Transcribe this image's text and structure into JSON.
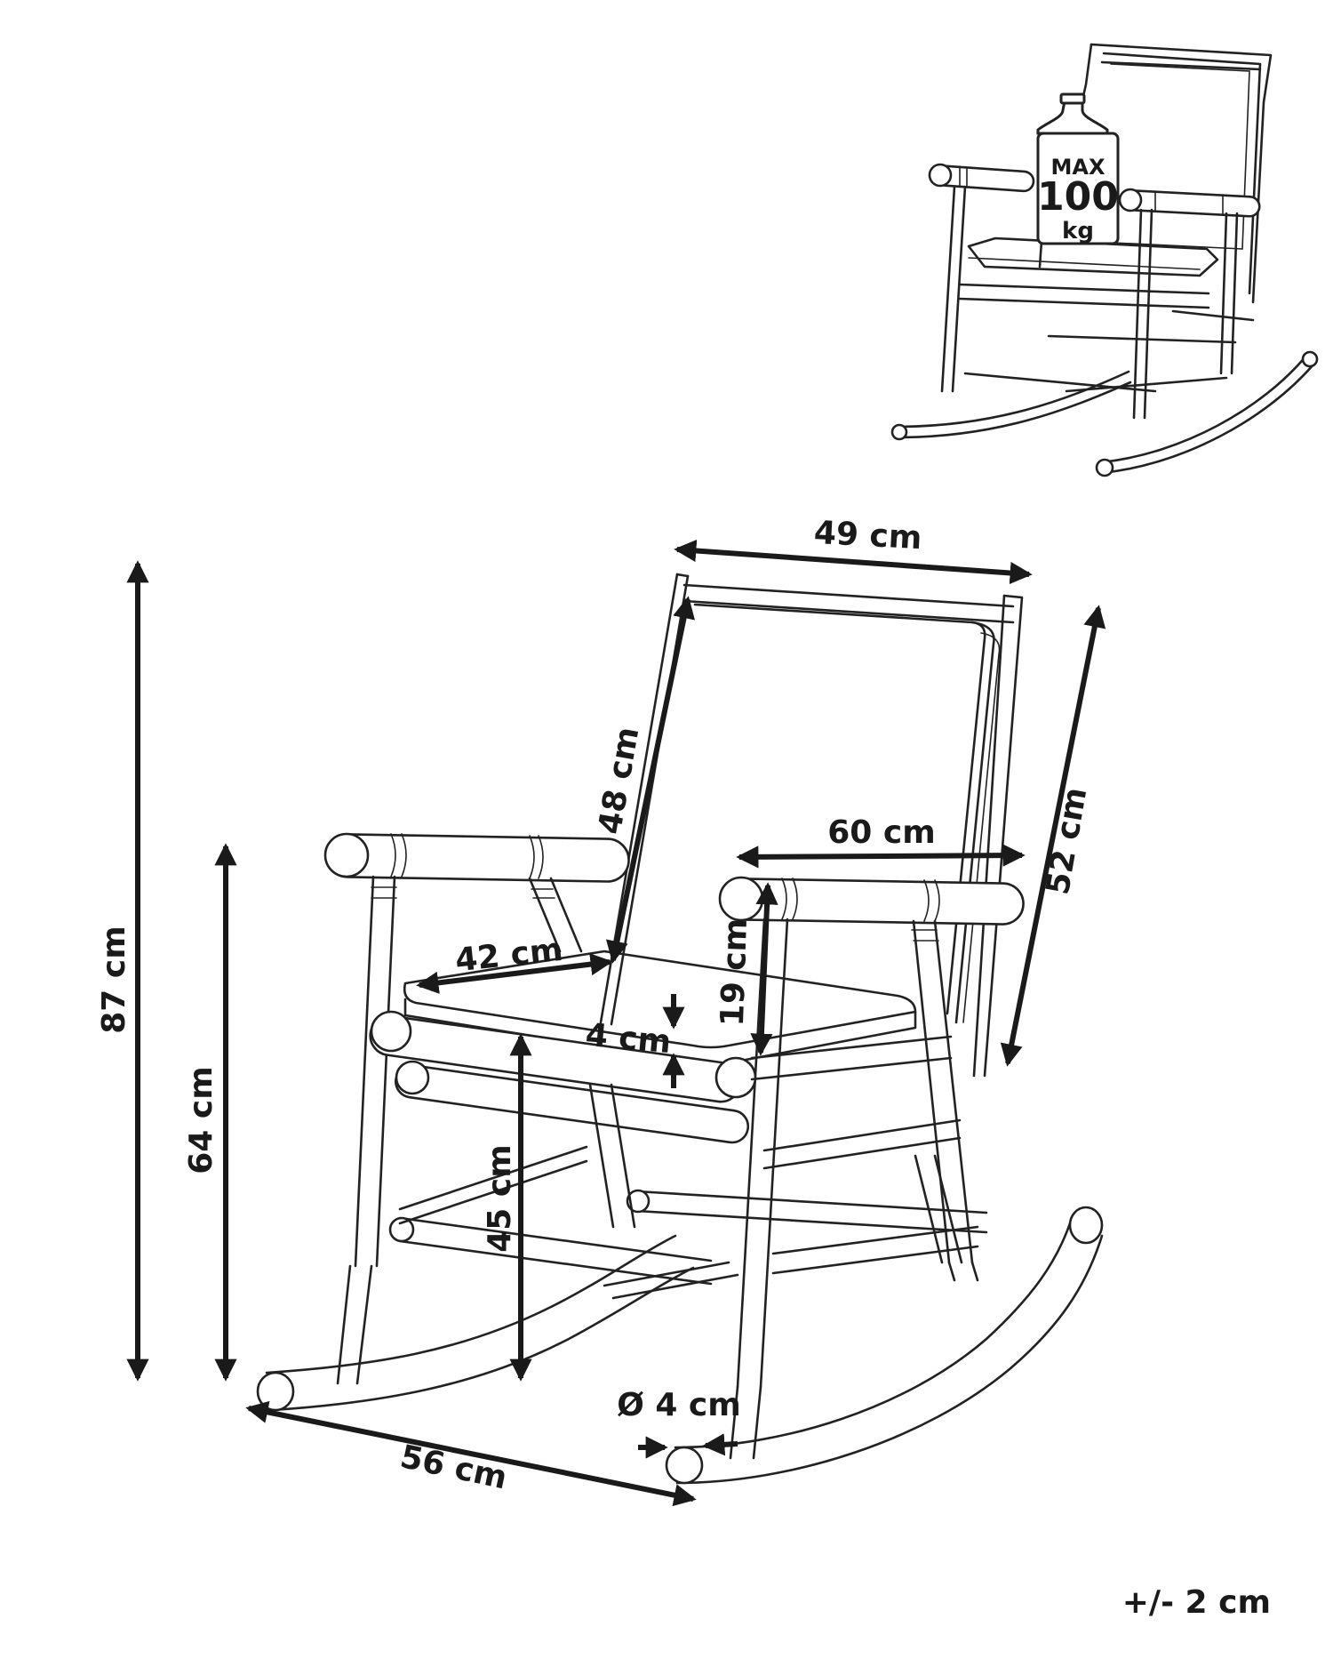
{
  "dimensions": {
    "backrest_width": "49 cm",
    "backrest_height": "48 cm",
    "backrest_outer_height": "52 cm",
    "armrest_length": "60 cm",
    "seat_depth": "42 cm",
    "cushion_thickness": "4 cm",
    "arm_height_above_seat": "19 cm",
    "total_height": "87 cm",
    "arm_height": "64 cm",
    "seat_height": "45 cm",
    "depth": "56 cm",
    "tube_diameter": "Ø 4 cm"
  },
  "max_load": {
    "line1": "MAX",
    "line2": "100",
    "line3": "kg"
  },
  "tolerance": "+/- 2 cm"
}
